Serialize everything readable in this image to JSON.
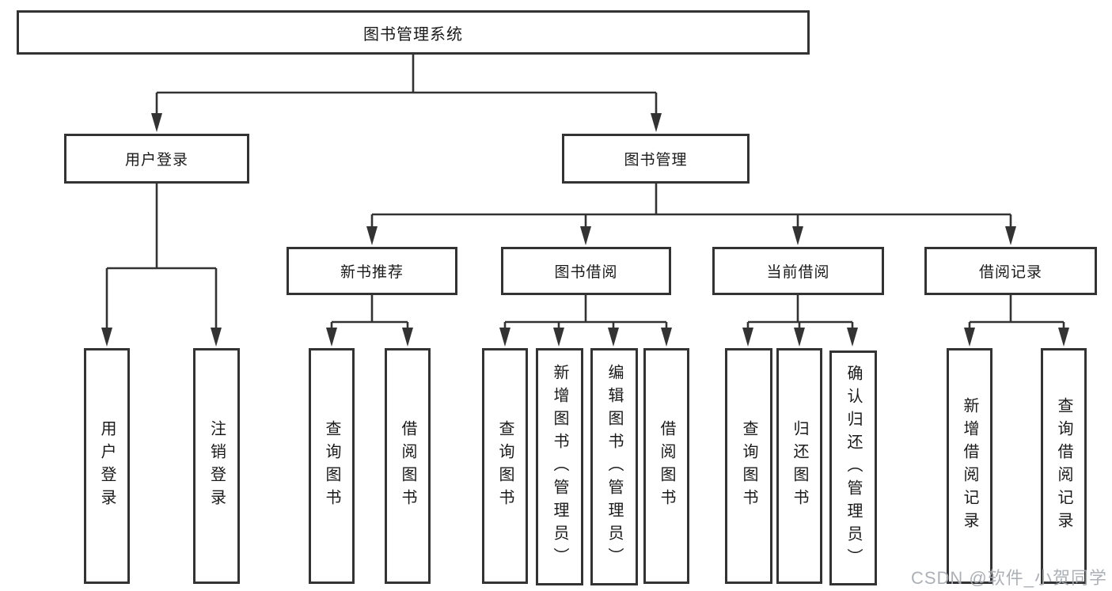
{
  "nodes": {
    "root": {
      "label": "图书管理系统"
    },
    "level2": [
      {
        "label": "用户登录"
      },
      {
        "label": "图书管理"
      }
    ],
    "level3": [
      {
        "label": "新书推荐",
        "parent": "图书管理"
      },
      {
        "label": "图书借阅",
        "parent": "图书管理"
      },
      {
        "label": "当前借阅",
        "parent": "图书管理"
      },
      {
        "label": "借阅记录",
        "parent": "图书管理"
      }
    ],
    "leaves": [
      {
        "label": "用户登录",
        "parent": "用户登录"
      },
      {
        "label": "注销登录",
        "parent": "用户登录"
      },
      {
        "label": "查询图书",
        "parent": "新书推荐"
      },
      {
        "label": "借阅图书",
        "parent": "新书推荐"
      },
      {
        "label": "查询图书",
        "parent": "图书借阅"
      },
      {
        "label": "新增图书（管理员）",
        "parent": "图书借阅"
      },
      {
        "label": "编辑图书（管理员）",
        "parent": "图书借阅"
      },
      {
        "label": "借阅图书",
        "parent": "图书借阅"
      },
      {
        "label": "查询图书",
        "parent": "当前借阅"
      },
      {
        "label": "归还图书",
        "parent": "当前借阅"
      },
      {
        "label": "确认归还（管理员）",
        "parent": "当前借阅"
      },
      {
        "label": "新增借阅记录",
        "parent": "借阅记录"
      },
      {
        "label": "查询借阅记录",
        "parent": "借阅记录"
      }
    ]
  },
  "watermark": {
    "text": "CSDN @软件_小贺同学"
  },
  "colors": {
    "line": "#333333",
    "box_border": "#333333",
    "text": "#1a1a1a",
    "background": "#ffffff",
    "watermark": "#a8adb3"
  }
}
